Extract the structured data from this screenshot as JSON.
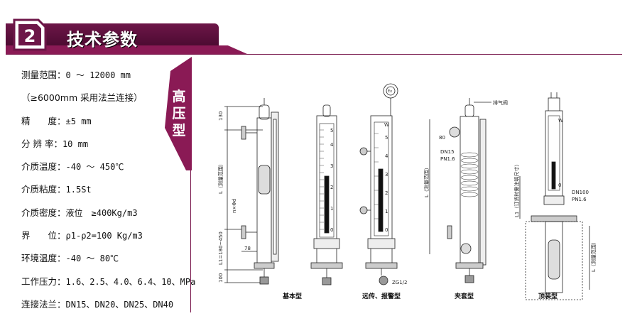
{
  "header": {
    "number": "2",
    "title": "技术参数"
  },
  "tab_label": [
    "高",
    "压",
    "型"
  ],
  "specs": [
    {
      "label": "测量范围：",
      "value": "0 ～ 12000 mm"
    },
    {
      "label": "（≥6000mm 采用法兰连接）",
      "value": ""
    },
    {
      "label": "精　　度：",
      "value": "±5 mm"
    },
    {
      "label": "分 辨 率：",
      "value": "10 mm"
    },
    {
      "label": "介质温度：",
      "value": "-40 ～ 450℃"
    },
    {
      "label": "介质粘度：",
      "value": "1.5St"
    },
    {
      "label": "介质密度：",
      "value": "液位　≥400Kg/m3"
    },
    {
      "label": "界　　位：",
      "value": "ρ1-ρ2=100 Kg/m3"
    },
    {
      "label": "环境温度：",
      "value": "-40 ～ 80℃"
    },
    {
      "label": "工作压力：",
      "value": "1.6、2.5、4.0、6.4、10、MPa"
    },
    {
      "label": "连接法兰：",
      "value": "DN15、DN20、DN25、DN40"
    }
  ],
  "diagram": {
    "dim_130": "130",
    "dim_L_range": "L（测量范围）",
    "dim_nxphid": "n×Φd",
    "dim_78": "78",
    "dim_L1": "L1=180~450",
    "dim_100": "100",
    "scale_1": [
      "0",
      "1",
      "2",
      "3",
      "4",
      "5"
    ],
    "scale_2": [
      "0",
      "1",
      "2",
      "3",
      "4",
      "5",
      "W"
    ],
    "gauge_label": "Ex",
    "zg": "ZG1/2",
    "vent": "排气阀",
    "dim_80": "80",
    "dn15": "DN15",
    "pn16": "PN1.6",
    "dim_L_range3": "L（测量范围）",
    "dn100": "DN100",
    "pn16b": "PN1.6",
    "dim_L1_4": "L1（订货时需注明尺寸）",
    "dim_L4": "L（测量范围）",
    "captions": [
      "基本型",
      "远传、报警型",
      "夹套型",
      "顶装型"
    ]
  },
  "colors": {
    "brand": "#6d1648",
    "accent": "#8a1a55"
  }
}
